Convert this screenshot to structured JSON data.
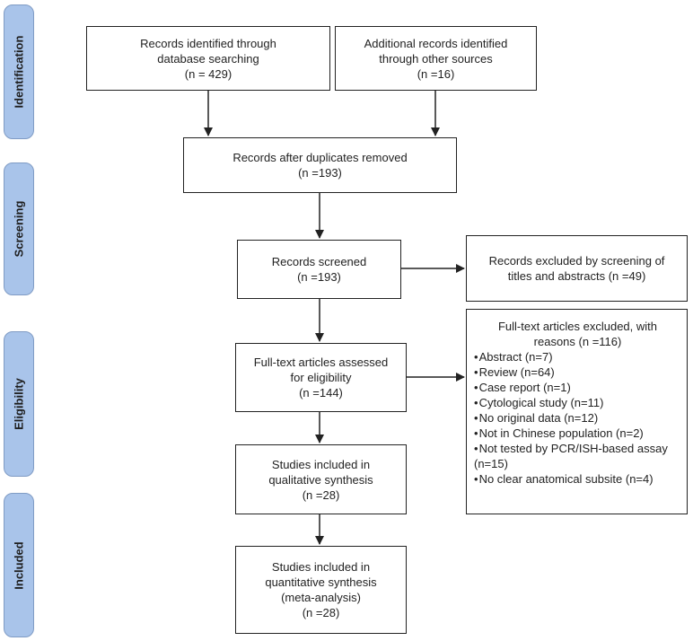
{
  "stages": {
    "identification": "Identification",
    "screening": "Screening",
    "eligibility": "Eligibility",
    "included": "Included"
  },
  "boxes": {
    "database": {
      "line1": "Records identified through",
      "line2": "database searching",
      "count": "(n = 429)"
    },
    "other_sources": {
      "line1": "Additional records identified",
      "line2": "through other sources",
      "count": "(n =16)"
    },
    "duplicates_removed": {
      "line1": "Records after duplicates removed",
      "count": "(n =193)"
    },
    "screened": {
      "line1": "Records screened",
      "count": "(n =193)"
    },
    "excluded_screening": {
      "line1": "Records excluded by screening of",
      "line2": "titles and abstracts (n =49)"
    },
    "fulltext_assessed": {
      "line1": "Full-text articles assessed",
      "line2": "for eligibility",
      "count": "(n =144)"
    },
    "fulltext_excluded": {
      "line1": "Full-text articles excluded, with",
      "line2": "reasons (n =116)",
      "reasons": [
        "Abstract (n=7)",
        "Review (n=64)",
        "Case report (n=1)",
        "Cytological study (n=11)",
        "No original data (n=12)",
        "Not in Chinese population (n=2)",
        "Not tested by PCR/ISH-based assay",
        "(n=15)",
        "No clear anatomical subsite (n=4)"
      ]
    },
    "qualitative": {
      "line1": "Studies included in",
      "line2": "qualitative synthesis",
      "count": "(n =28)"
    },
    "quantitative": {
      "line1": "Studies included in",
      "line2": "quantitative synthesis",
      "line3": "(meta-analysis)",
      "count": "(n =28)"
    }
  }
}
